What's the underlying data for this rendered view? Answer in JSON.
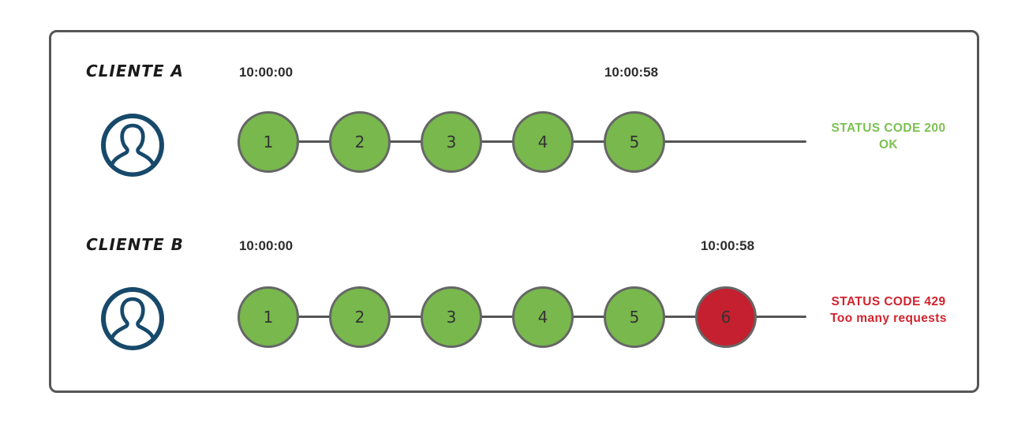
{
  "clients": [
    {
      "name": "CLIENTE A",
      "window_start": "10:00:00",
      "window_end": "10:00:58",
      "requests": [
        {
          "label": "1",
          "state": "ok"
        },
        {
          "label": "2",
          "state": "ok"
        },
        {
          "label": "3",
          "state": "ok"
        },
        {
          "label": "4",
          "state": "ok"
        },
        {
          "label": "5",
          "state": "ok"
        }
      ],
      "status": {
        "line1": "STATUS CODE 200",
        "line2": "OK",
        "color": "#7cc152"
      }
    },
    {
      "name": "CLIENTE B",
      "window_start": "10:00:00",
      "window_end": "10:00:58",
      "requests": [
        {
          "label": "1",
          "state": "ok"
        },
        {
          "label": "2",
          "state": "ok"
        },
        {
          "label": "3",
          "state": "ok"
        },
        {
          "label": "4",
          "state": "ok"
        },
        {
          "label": "5",
          "state": "ok"
        },
        {
          "label": "6",
          "state": "rate_limited"
        }
      ],
      "status": {
        "line1": "STATUS CODE 429",
        "line2": "Too many requests",
        "color": "#d2232e"
      }
    }
  ],
  "icons": {
    "user_avatar": "person-silhouette-in-circle",
    "user_avatar_color": "#17496b"
  },
  "colors": {
    "request_ok_fill": "#78b84d",
    "request_limited_fill": "#c5202f",
    "circle_border": "#666666",
    "timeline_line": "#555555",
    "frame_border": "#565656"
  }
}
